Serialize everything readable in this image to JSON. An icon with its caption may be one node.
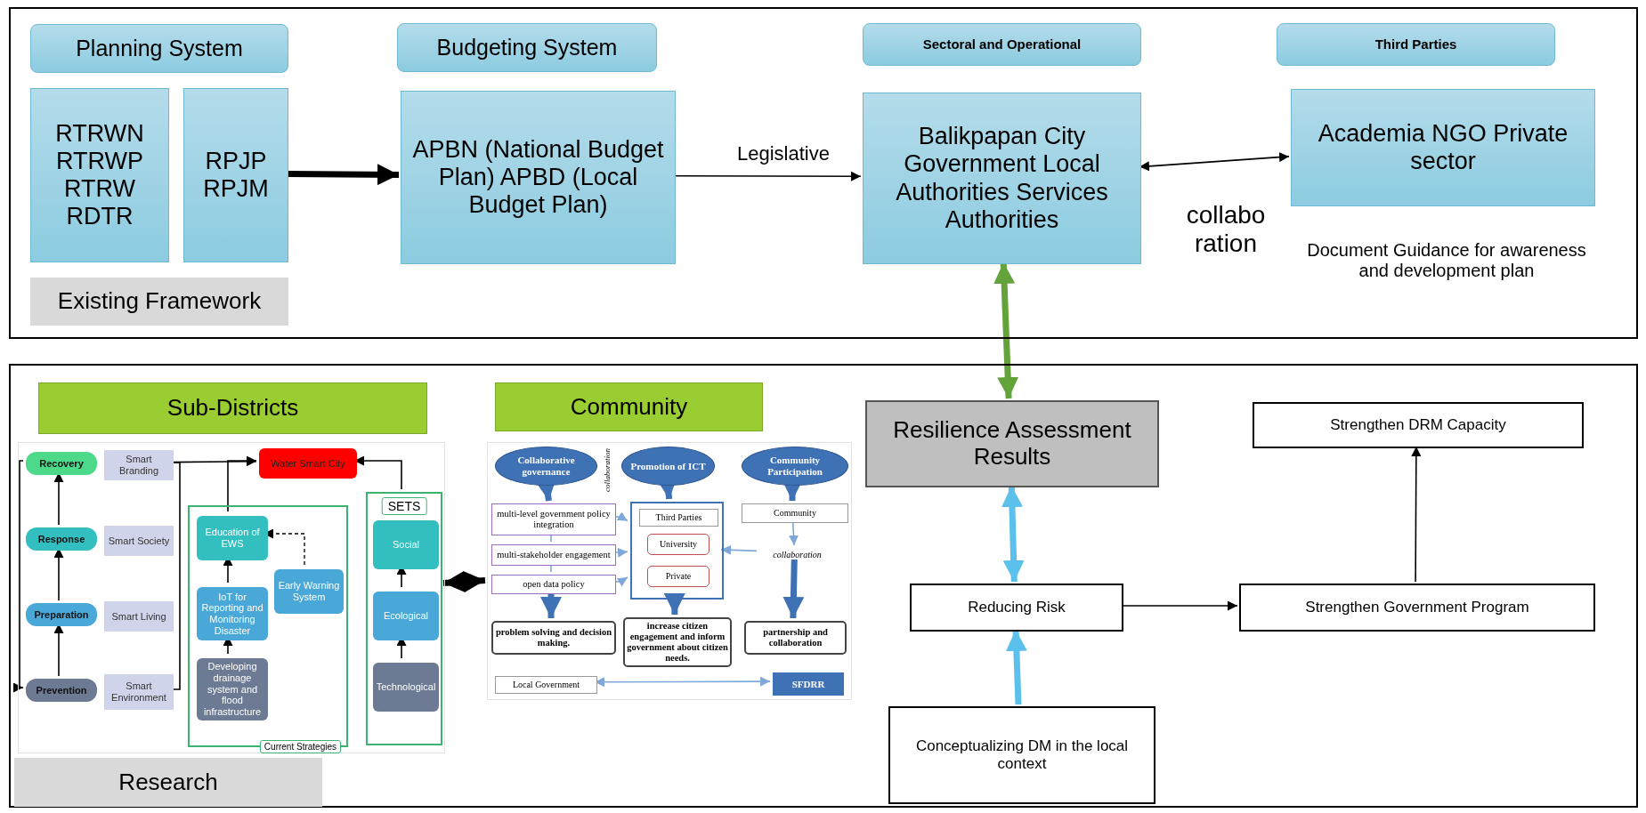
{
  "diagram": {
    "nodes": [
      {
        "text": [],
        "shape": "box"
      },
      {
        "text": [
          "Planning System"
        ],
        "in": 0
      },
      {
        "text": [
          "RTRWN RTRWP RTRW RDTR"
        ],
        "in": 0
      },
      {
        "text": [
          "RPJP RPJM"
        ],
        "in": 0
      },
      {
        "text": [
          "Existing Framework"
        ],
        "in": 0
      },
      {
        "text": [
          "Budgeting System"
        ],
        "in": 0
      },
      {
        "text": [
          "APBN (National Budget Plan) APBD (Local Budget Plan)"
        ],
        "in": 0
      },
      {
        "text": [
          "Sectoral and Operational"
        ],
        "in": 0
      },
      {
        "text": [
          "Balikpapan City Government Local Authorities Services Authorities"
        ],
        "in": 0
      },
      {
        "text": [
          "Third Parties"
        ],
        "in": 0
      },
      {
        "text": [
          "Academia NGO Private sector"
        ],
        "in": 0,
        "beside": [
          "Document Guidance for awareness and development plan"
        ]
      },
      {
        "text": [],
        "shape": "box"
      },
      {
        "text": [
          "Sub-Districts"
        ],
        "in": 11
      },
      {
        "text": [],
        "shape": "picture",
        "in": 11
      },
      {
        "text": [
          "Recovery"
        ],
        "in": 13
      },
      {
        "text": [
          "Smart Branding"
        ],
        "in": 13
      },
      {
        "text": [
          "Response"
        ],
        "in": 13
      },
      {
        "text": [
          "Smart Society"
        ],
        "in": 13
      },
      {
        "text": [
          "Preparation"
        ],
        "in": 13
      },
      {
        "text": [
          "Smart Living"
        ],
        "in": 13
      },
      {
        "text": [
          "Prevention"
        ],
        "in": 13
      },
      {
        "text": [
          "Smart Environment"
        ],
        "in": 13
      },
      {
        "text": [
          "Water Smart City"
        ],
        "in": 13
      },
      {
        "text": [
          "Current Strategies"
        ],
        "in": 13
      },
      {
        "text": [
          "Education of EWS"
        ],
        "in": 23
      },
      {
        "text": [
          "Early Warning System"
        ],
        "in": 23
      },
      {
        "text": [
          "IoT for Reporting and Monitoring Disaster"
        ],
        "in": 23
      },
      {
        "text": [
          "Developing drainage system and flood infrastructure"
        ],
        "in": 23
      },
      {
        "text": [
          "SETS"
        ],
        "in": 13
      },
      {
        "text": [
          "Social"
        ],
        "in": 28
      },
      {
        "text": [
          "Ecological"
        ],
        "in": 28
      },
      {
        "text": [
          "Technological"
        ],
        "in": 28
      },
      {
        "text": [
          "Research"
        ],
        "in": 11
      },
      {
        "text": [
          "Community"
        ],
        "in": 11
      },
      {
        "text": [],
        "shape": "picture",
        "in": 11
      },
      {
        "text": [
          "Collaborative governance"
        ],
        "in": 34
      },
      {
        "text": [
          "Promotion of ICT"
        ],
        "in": 34
      },
      {
        "text": [
          "Community Participation"
        ],
        "in": 34
      },
      {
        "text": [
          "multi-level government policy integration"
        ],
        "in": 34
      },
      {
        "text": [
          "multi-stakeholder engagement"
        ],
        "in": 34
      },
      {
        "text": [
          "open data policy"
        ],
        "in": 34
      },
      {
        "text": [],
        "shape": "box",
        "in": 34
      },
      {
        "text": [
          "Third Parties"
        ],
        "in": 41
      },
      {
        "text": [
          "University"
        ],
        "in": 41
      },
      {
        "text": [
          "Private"
        ],
        "in": 41
      },
      {
        "text": [
          "Community"
        ],
        "in": 34
      },
      {
        "text": [
          "problem solving and decision making."
        ],
        "in": 34
      },
      {
        "text": [
          "increase citizen engagement and inform government about citizen needs."
        ],
        "in": 34
      },
      {
        "text": [
          "partnership and collaboration"
        ],
        "in": 34
      },
      {
        "text": [
          "Local Government"
        ],
        "in": 34
      },
      {
        "text": [
          "SFDRR"
        ],
        "in": 34
      },
      {
        "text": [
          "collaboration"
        ],
        "in": 34
      },
      {
        "text": [
          "Resilience Assessment Results"
        ],
        "in": 11
      },
      {
        "text": [
          "Reducing Risk"
        ],
        "in": 11
      },
      {
        "text": [
          "Conceptualizing DM in the local context"
        ],
        "in": 11
      },
      {
        "text": [
          "Strengthen Government Program"
        ],
        "in": 11
      },
      {
        "text": [
          "Strengthen DRM Capacity"
        ],
        "in": 11
      }
    ],
    "edges": [
      {
        "from": 3,
        "to": 6,
        "arrow": "to",
        "style": "thick"
      },
      {
        "from": 6,
        "to": 8,
        "arrow": "to",
        "label": "Legislative"
      },
      {
        "from": 8,
        "to": 10,
        "arrow": "both",
        "label": "collabo ration"
      },
      {
        "from": 8,
        "to": 52,
        "arrow": "both",
        "style": "thick",
        "color": "#63a33a"
      },
      {
        "from": 14,
        "to": 20,
        "arrow": "to"
      },
      {
        "from": 20,
        "to": 18,
        "arrow": "to"
      },
      {
        "from": 18,
        "to": 16,
        "arrow": "to"
      },
      {
        "from": 16,
        "to": 14,
        "arrow": "to"
      },
      {
        "from": 21,
        "to": 15,
        "arrow": "none"
      },
      {
        "from": 15,
        "to": 22,
        "arrow": "to"
      },
      {
        "from": 24,
        "to": 22,
        "arrow": "to"
      },
      {
        "from": 28,
        "to": 22,
        "arrow": "to"
      },
      {
        "from": 25,
        "to": 24,
        "arrow": "to",
        "style": "dashed"
      },
      {
        "from": 27,
        "to": 26,
        "arrow": "to"
      },
      {
        "from": 26,
        "to": 24,
        "arrow": "to"
      },
      {
        "from": 31,
        "to": 30,
        "arrow": "to"
      },
      {
        "from": 30,
        "to": 29,
        "arrow": "to"
      },
      {
        "from": 13,
        "to": 34,
        "arrow": "both",
        "style": "thick"
      },
      {
        "from": 35,
        "to": 38,
        "arrow": "to",
        "style": "thick",
        "color": "#3f72b5"
      },
      {
        "from": 36,
        "to": 41,
        "arrow": "to",
        "style": "thick",
        "color": "#3f72b5"
      },
      {
        "from": 37,
        "to": 45,
        "arrow": "to",
        "style": "thick",
        "color": "#3f72b5"
      },
      {
        "from": 38,
        "to": 39,
        "arrow": "none",
        "color": "#7fa7d9"
      },
      {
        "from": 39,
        "to": 40,
        "arrow": "none",
        "color": "#7fa7d9"
      },
      {
        "from": 38,
        "to": 41,
        "arrow": "to",
        "color": "#7fa7d9"
      },
      {
        "from": 39,
        "to": 41,
        "arrow": "to",
        "color": "#7fa7d9"
      },
      {
        "from": 40,
        "to": 41,
        "arrow": "to",
        "color": "#7fa7d9"
      },
      {
        "from": 45,
        "to": 51,
        "arrow": "to",
        "color": "#7fa7d9"
      },
      {
        "from": 51,
        "to": 41,
        "arrow": "to",
        "color": "#7fa7d9"
      },
      {
        "from": 40,
        "to": 46,
        "arrow": "to",
        "style": "thick",
        "color": "#3f72b5"
      },
      {
        "from": 41,
        "to": 47,
        "arrow": "to",
        "style": "thick",
        "color": "#3f72b5"
      },
      {
        "from": 51,
        "to": 48,
        "arrow": "to",
        "style": "thick",
        "color": "#3f72b5"
      },
      {
        "from": 49,
        "to": 50,
        "arrow": "both",
        "color": "#7fa7d9"
      },
      {
        "from": 52,
        "to": 53,
        "arrow": "both",
        "style": "thick",
        "color": "#5bc0eb"
      },
      {
        "from": 54,
        "to": 53,
        "arrow": "to",
        "style": "thick",
        "color": "#5bc0eb"
      },
      {
        "from": 53,
        "to": 55,
        "arrow": "to"
      },
      {
        "from": 55,
        "to": 56,
        "arrow": "to"
      }
    ],
    "labels": [
      "collaboration"
    ]
  }
}
